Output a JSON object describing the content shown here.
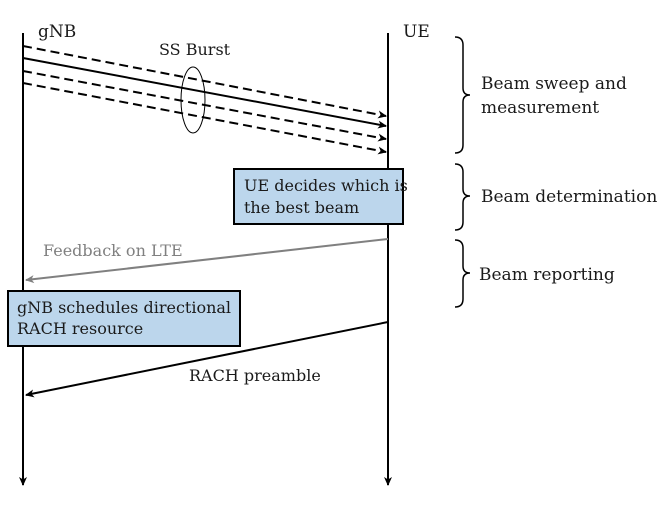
{
  "entities": {
    "left": "gNB",
    "right": "UE"
  },
  "messages": {
    "ss_burst": "SS Burst",
    "feedback": "Feedback on LTE",
    "rach_preamble": "RACH preamble"
  },
  "boxes": {
    "ue_decides": [
      "UE decides which is",
      "the best beam"
    ],
    "gnb_schedules": [
      "gNB schedules directional",
      "RACH resource"
    ]
  },
  "phases": {
    "sweep": [
      "Beam sweep and",
      "measurement"
    ],
    "determination": "Beam determination",
    "reporting": "Beam reporting"
  },
  "colors": {
    "box_fill": "#bcd6ec",
    "feedback": "#808080",
    "line": "#000000"
  }
}
